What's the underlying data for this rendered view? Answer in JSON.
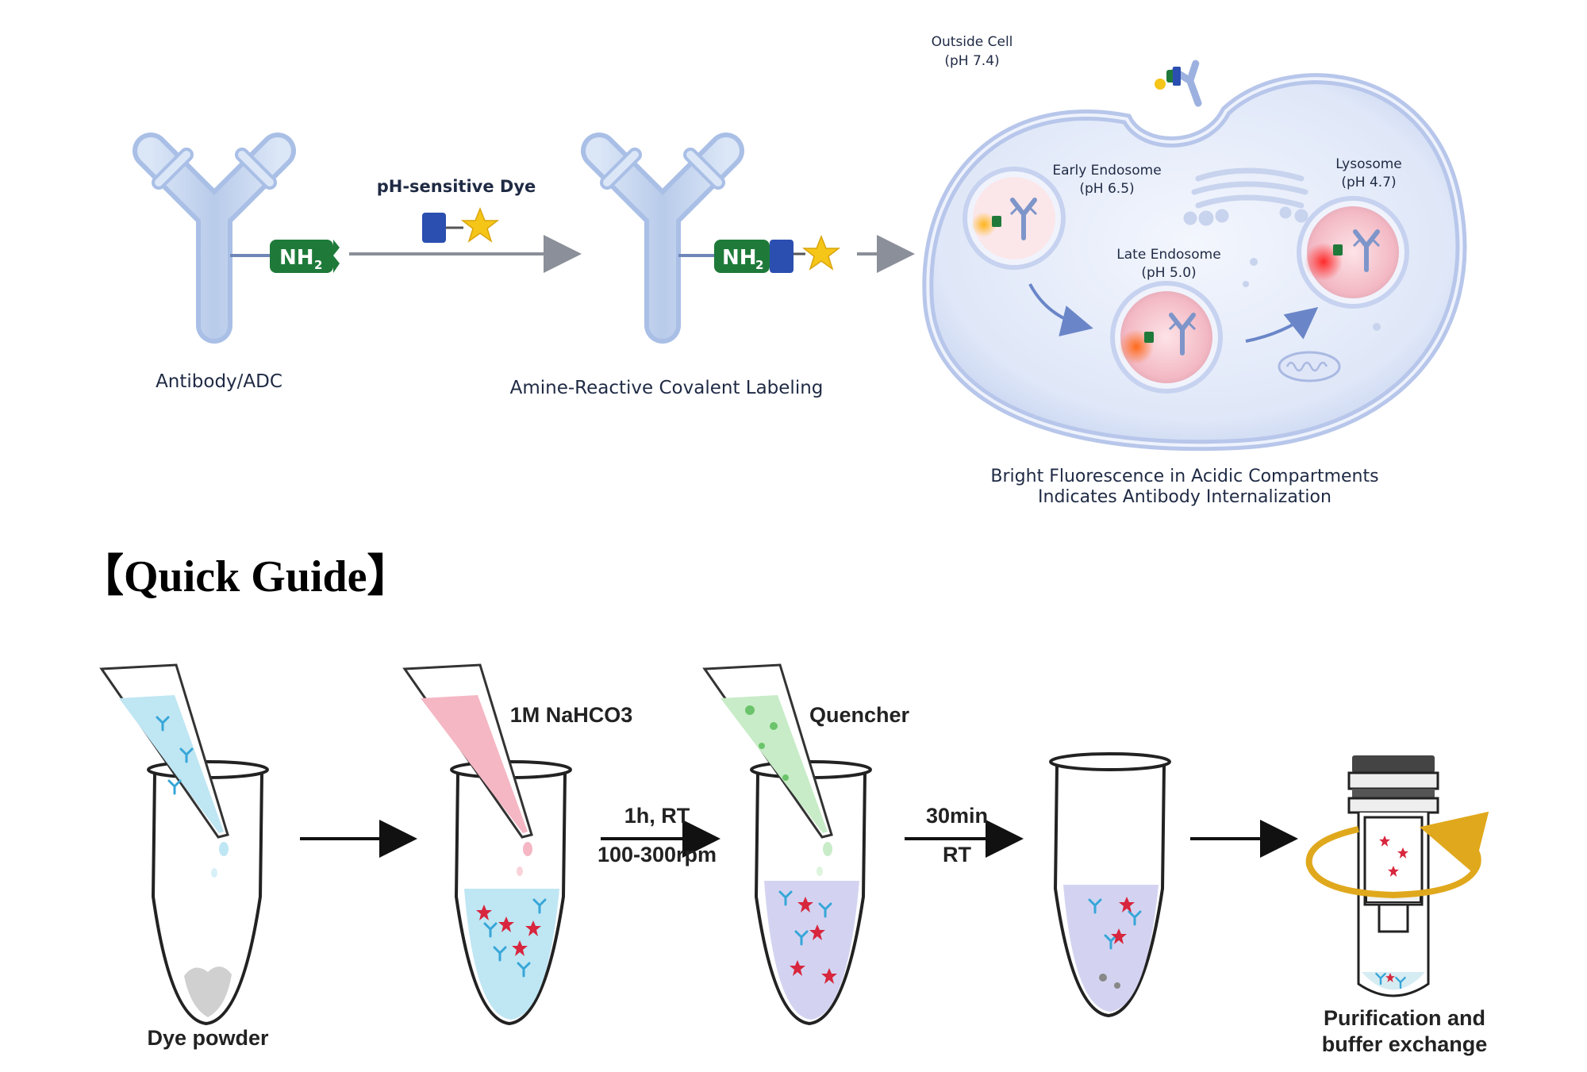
{
  "top_panel": {
    "antibody_label": "Antibody/ADC",
    "nh2_text": "NH",
    "nh2_sub": "2",
    "dye_label": "pH-sensitive Dye",
    "labeling_label": "Amine-Reactive Covalent Labeling",
    "cell": {
      "outside_line1": "Outside Cell",
      "outside_line2": "(pH 7.4)",
      "early_line1": "Early Endosome",
      "early_line2": "(pH 6.5)",
      "late_line1": "Late Endosome",
      "late_line2": "(pH 5.0)",
      "lysosome_line1": "Lysosome",
      "lysosome_line2": "(pH 4.7)"
    },
    "caption_line1": "Bright Fluorescence in Acidic Compartments",
    "caption_line2": "Indicates Antibody Internalization"
  },
  "quick_guide": {
    "title": "【Quick Guide】",
    "step1_label": "Dye powder",
    "reagent1": "1M NaHCO3",
    "cond1_top": "1h, RT",
    "cond1_bottom": "100-300rpm",
    "reagent2": "Quencher",
    "cond2_top": "30min",
    "cond2_bottom": "RT",
    "final_line1": "Purification and",
    "final_line2": "buffer exchange"
  },
  "colors": {
    "antibody": "#c9d8f0",
    "nh2_tag": "#1f7a3a",
    "dye_block": "#2b4fb0",
    "star": "#f5c518",
    "cell_fill": "#e4ebfa",
    "endosome_pink": "#f6c6cf",
    "spin_arrow": "#e0a81c"
  }
}
